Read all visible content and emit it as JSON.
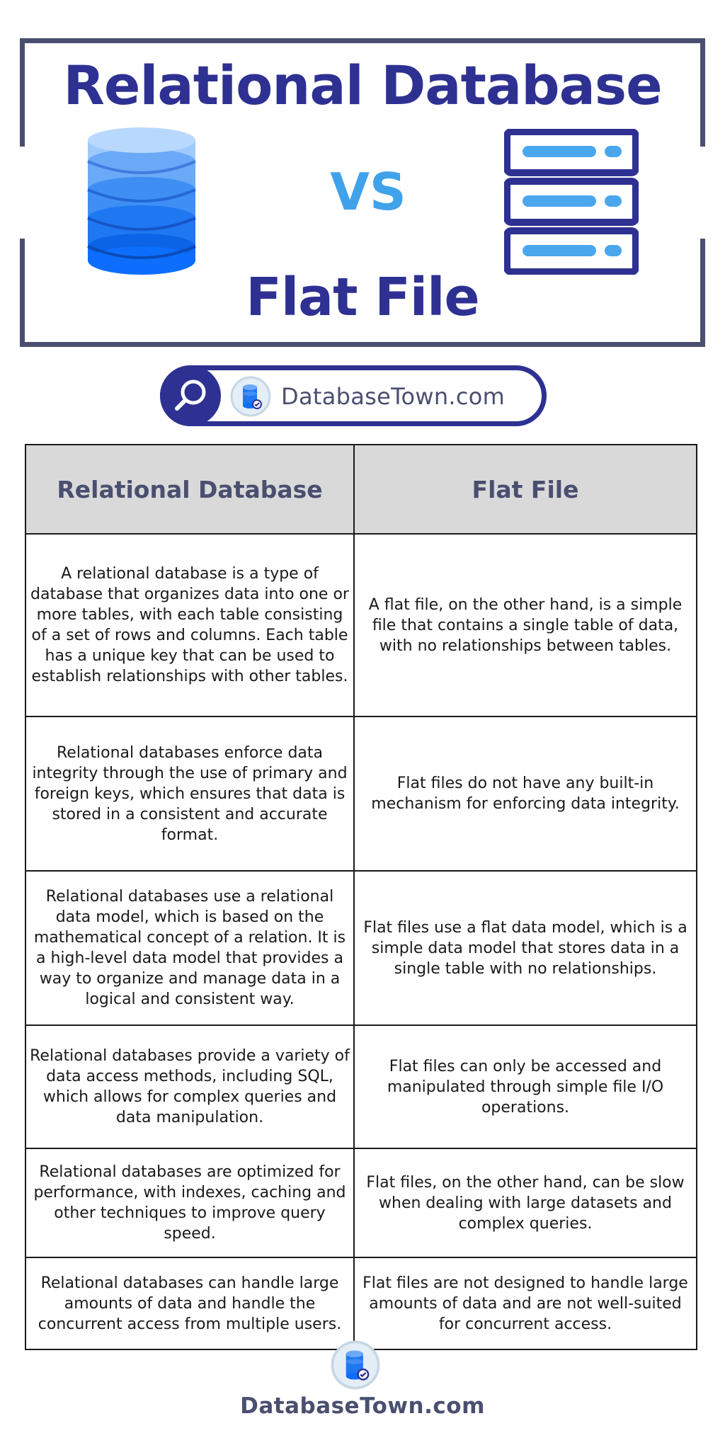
{
  "header": {
    "title_top": "Relational Database",
    "vs": "VS",
    "title_bottom": "Flat File"
  },
  "icons": {
    "left": "database-cylinder-icon",
    "right": "server-rack-icon",
    "search": "search-icon",
    "logo": "database-town-logo-icon"
  },
  "search_pill": {
    "text": "DatabaseTown.com"
  },
  "table": {
    "headers": [
      "Relational Database",
      "Flat File"
    ],
    "rows": [
      {
        "relational": "A relational database is a type of database that organizes data into one or more tables, with each table consisting of a set of rows and columns. Each table has a unique key that can be used to establish relationships with other tables.",
        "flat": "A flat file, on the other hand, is a simple file that contains a single table of data, with no relationships between tables."
      },
      {
        "relational": "Relational databases enforce data integrity through the use of primary and foreign keys, which ensures that data is stored in a consistent and accurate format.",
        "flat": "Flat files do not have any built-in mechanism for enforcing data integrity."
      },
      {
        "relational": "Relational databases use a relational data model, which is based on the mathematical concept of a relation. It is a high-level data model that provides a way to organize and manage data in a logical and consistent way.",
        "flat": "Flat files use a flat data model, which is a simple data model that stores data in a single table with no relationships."
      },
      {
        "relational": "Relational databases provide a variety of data access methods, including SQL, which allows for complex queries and data manipulation.",
        "flat": "Flat files can only be accessed and manipulated through simple file I/O operations."
      },
      {
        "relational": "Relational databases are optimized for performance, with indexes, caching and other techniques to improve query speed.",
        "flat": "Flat files, on the other hand, can be slow when dealing with large datasets and complex queries."
      },
      {
        "relational": "Relational databases can handle large amounts of data and handle the concurrent access from multiple users.",
        "flat": "Flat files are not designed to handle large amounts of data and are not well-suited for concurrent access."
      }
    ]
  },
  "footer": {
    "text": "DatabaseTown.com"
  },
  "colors": {
    "navy": "#2e3192",
    "accent_blue": "#3fa2ea",
    "slate": "#4a4f70",
    "header_gray": "#d9d9d9"
  }
}
